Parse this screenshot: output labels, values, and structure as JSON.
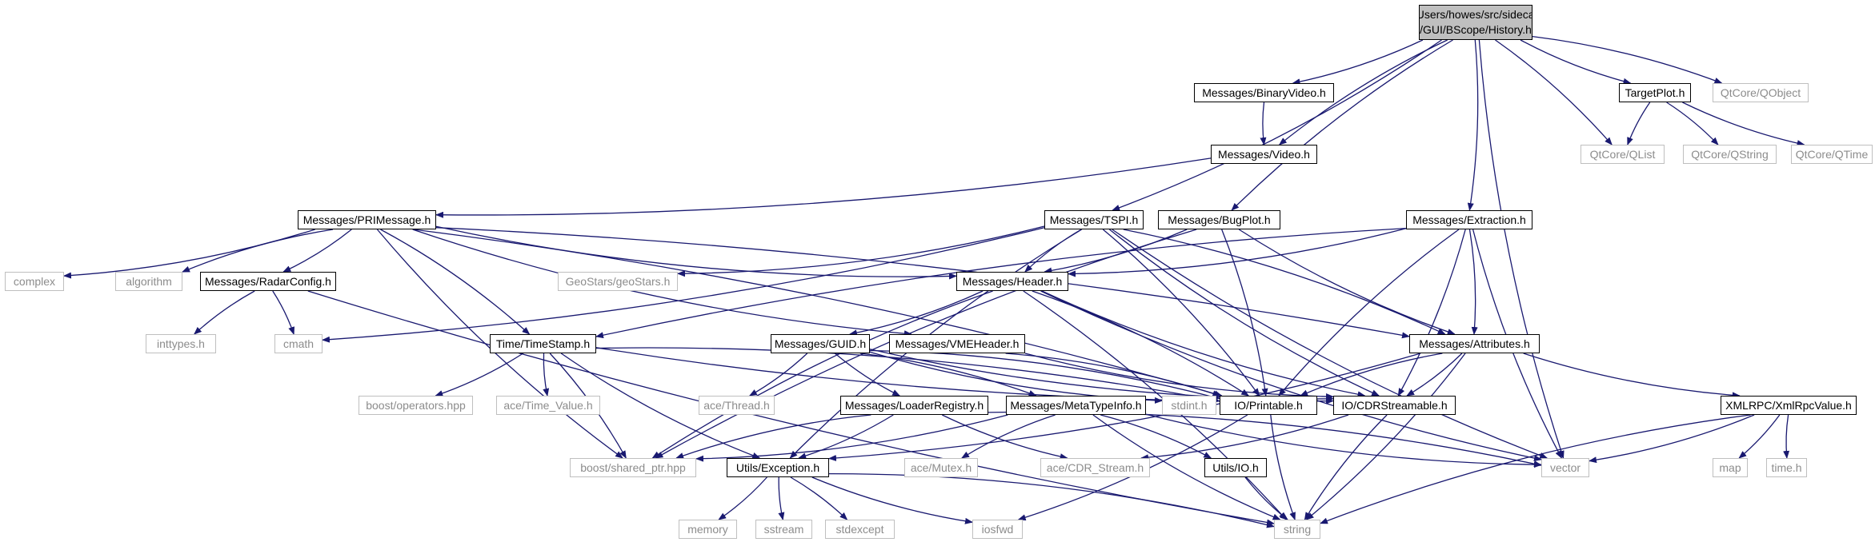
{
  "diagram": {
    "edge_color": "#191970",
    "nodes": [
      {
        "id": "root",
        "label": "/Users/howes/src/sidecar\n/GUI/BScope/History.h",
        "kind": "root"
      },
      {
        "id": "binaryvideo",
        "label": "Messages/BinaryVideo.h",
        "kind": "file"
      },
      {
        "id": "video",
        "label": "Messages/Video.h",
        "kind": "file"
      },
      {
        "id": "targetplot",
        "label": "TargetPlot.h",
        "kind": "file"
      },
      {
        "id": "qobject",
        "label": "QtCore/QObject",
        "kind": "external"
      },
      {
        "id": "qlist",
        "label": "QtCore/QList",
        "kind": "external"
      },
      {
        "id": "qstring",
        "label": "QtCore/QString",
        "kind": "external"
      },
      {
        "id": "qtime",
        "label": "QtCore/QTime",
        "kind": "external"
      },
      {
        "id": "primessage",
        "label": "Messages/PRIMessage.h",
        "kind": "file"
      },
      {
        "id": "tspi",
        "label": "Messages/TSPI.h",
        "kind": "file"
      },
      {
        "id": "bugplot",
        "label": "Messages/BugPlot.h",
        "kind": "file"
      },
      {
        "id": "extraction",
        "label": "Messages/Extraction.h",
        "kind": "file"
      },
      {
        "id": "complex",
        "label": "complex",
        "kind": "external"
      },
      {
        "id": "algorithm",
        "label": "algorithm",
        "kind": "external"
      },
      {
        "id": "radarconfig",
        "label": "Messages/RadarConfig.h",
        "kind": "file"
      },
      {
        "id": "geostars",
        "label": "GeoStars/geoStars.h",
        "kind": "external"
      },
      {
        "id": "header",
        "label": "Messages/Header.h",
        "kind": "file"
      },
      {
        "id": "inttypes",
        "label": "inttypes.h",
        "kind": "external"
      },
      {
        "id": "cmath",
        "label": "cmath",
        "kind": "external"
      },
      {
        "id": "timestamp",
        "label": "Time/TimeStamp.h",
        "kind": "file"
      },
      {
        "id": "guid",
        "label": "Messages/GUID.h",
        "kind": "file"
      },
      {
        "id": "vmeheader",
        "label": "Messages/VMEHeader.h",
        "kind": "file"
      },
      {
        "id": "attributes",
        "label": "Messages/Attributes.h",
        "kind": "file"
      },
      {
        "id": "boostops",
        "label": "boost/operators.hpp",
        "kind": "external"
      },
      {
        "id": "timevalue",
        "label": "ace/Time_Value.h",
        "kind": "external"
      },
      {
        "id": "thread",
        "label": "ace/Thread.h",
        "kind": "external"
      },
      {
        "id": "loaderregistry",
        "label": "Messages/LoaderRegistry.h",
        "kind": "file"
      },
      {
        "id": "metatypeinfo",
        "label": "Messages/MetaTypeInfo.h",
        "kind": "file"
      },
      {
        "id": "stdint",
        "label": "stdint.h",
        "kind": "external"
      },
      {
        "id": "printable",
        "label": "IO/Printable.h",
        "kind": "file"
      },
      {
        "id": "cdrstreamable",
        "label": "IO/CDRStreamable.h",
        "kind": "file"
      },
      {
        "id": "xmlrpc",
        "label": "XMLRPC/XmlRpcValue.h",
        "kind": "file"
      },
      {
        "id": "sharedptr",
        "label": "boost/shared_ptr.hpp",
        "kind": "external"
      },
      {
        "id": "exception",
        "label": "Utils/Exception.h",
        "kind": "file"
      },
      {
        "id": "mutex",
        "label": "ace/Mutex.h",
        "kind": "external"
      },
      {
        "id": "cdrstream",
        "label": "ace/CDR_Stream.h",
        "kind": "external"
      },
      {
        "id": "utilsio",
        "label": "Utils/IO.h",
        "kind": "file"
      },
      {
        "id": "vector",
        "label": "vector",
        "kind": "external"
      },
      {
        "id": "map",
        "label": "map",
        "kind": "external"
      },
      {
        "id": "timeh",
        "label": "time.h",
        "kind": "external"
      },
      {
        "id": "memory",
        "label": "memory",
        "kind": "external"
      },
      {
        "id": "sstream",
        "label": "sstream",
        "kind": "external"
      },
      {
        "id": "stdexcept",
        "label": "stdexcept",
        "kind": "external"
      },
      {
        "id": "iosfwd",
        "label": "iosfwd",
        "kind": "external"
      },
      {
        "id": "string",
        "label": "string",
        "kind": "external"
      }
    ],
    "edges": [
      [
        "root",
        "binaryvideo"
      ],
      [
        "root",
        "video"
      ],
      [
        "root",
        "tspi"
      ],
      [
        "root",
        "bugplot"
      ],
      [
        "root",
        "extraction"
      ],
      [
        "root",
        "vector"
      ],
      [
        "root",
        "qlist"
      ],
      [
        "root",
        "targetplot"
      ],
      [
        "root",
        "qobject"
      ],
      [
        "binaryvideo",
        "video"
      ],
      [
        "video",
        "primessage"
      ],
      [
        "targetplot",
        "qlist"
      ],
      [
        "targetplot",
        "qstring"
      ],
      [
        "targetplot",
        "qtime"
      ],
      [
        "primessage",
        "complex"
      ],
      [
        "primessage",
        "algorithm"
      ],
      [
        "primessage",
        "radarconfig"
      ],
      [
        "primessage",
        "sharedptr"
      ],
      [
        "primessage",
        "timestamp"
      ],
      [
        "primessage",
        "vmeheader"
      ],
      [
        "primessage",
        "printable"
      ],
      [
        "primessage",
        "header"
      ],
      [
        "primessage",
        "attributes"
      ],
      [
        "radarconfig",
        "inttypes"
      ],
      [
        "radarconfig",
        "cmath"
      ],
      [
        "radarconfig",
        "string"
      ],
      [
        "tspi",
        "geostars"
      ],
      [
        "tspi",
        "header"
      ],
      [
        "tspi",
        "cmath"
      ],
      [
        "tspi",
        "exception"
      ],
      [
        "tspi",
        "printable"
      ],
      [
        "tspi",
        "cdrstreamable"
      ],
      [
        "tspi",
        "attributes"
      ],
      [
        "tspi",
        "vector"
      ],
      [
        "bugplot",
        "header"
      ],
      [
        "bugplot",
        "sharedptr"
      ],
      [
        "bugplot",
        "printable"
      ],
      [
        "bugplot",
        "attributes"
      ],
      [
        "extraction",
        "header"
      ],
      [
        "extraction",
        "timestamp"
      ],
      [
        "extraction",
        "attributes"
      ],
      [
        "extraction",
        "printable"
      ],
      [
        "extraction",
        "cdrstreamable"
      ],
      [
        "extraction",
        "vector"
      ],
      [
        "header",
        "guid"
      ],
      [
        "header",
        "sharedptr"
      ],
      [
        "header",
        "printable"
      ],
      [
        "header",
        "cdrstreamable"
      ],
      [
        "header",
        "string"
      ],
      [
        "header",
        "vector"
      ],
      [
        "timestamp",
        "boostops"
      ],
      [
        "timestamp",
        "timevalue"
      ],
      [
        "timestamp",
        "printable"
      ],
      [
        "timestamp",
        "cdrstreamable"
      ],
      [
        "timestamp",
        "sharedptr"
      ],
      [
        "timestamp",
        "exception"
      ],
      [
        "guid",
        "thread"
      ],
      [
        "guid",
        "loaderregistry"
      ],
      [
        "guid",
        "metatypeinfo"
      ],
      [
        "guid",
        "stdint"
      ],
      [
        "guid",
        "printable"
      ],
      [
        "guid",
        "cdrstreamable"
      ],
      [
        "vmeheader",
        "printable"
      ],
      [
        "vmeheader",
        "cdrstreamable"
      ],
      [
        "attributes",
        "exception"
      ],
      [
        "attributes",
        "printable"
      ],
      [
        "attributes",
        "cdrstreamable"
      ],
      [
        "attributes",
        "xmlrpc"
      ],
      [
        "attributes",
        "string"
      ],
      [
        "loaderregistry",
        "sharedptr"
      ],
      [
        "loaderregistry",
        "exception"
      ],
      [
        "loaderregistry",
        "cdrstream"
      ],
      [
        "loaderregistry",
        "vector"
      ],
      [
        "metatypeinfo",
        "mutex"
      ],
      [
        "metatypeinfo",
        "utilsio"
      ],
      [
        "metatypeinfo",
        "string"
      ],
      [
        "metatypeinfo",
        "sharedptr"
      ],
      [
        "metatypeinfo",
        "vector"
      ],
      [
        "printable",
        "iosfwd"
      ],
      [
        "printable",
        "string"
      ],
      [
        "cdrstreamable",
        "cdrstream"
      ],
      [
        "cdrstreamable",
        "string"
      ],
      [
        "xmlrpc",
        "map"
      ],
      [
        "xmlrpc",
        "timeh"
      ],
      [
        "xmlrpc",
        "vector"
      ],
      [
        "xmlrpc",
        "string"
      ],
      [
        "exception",
        "memory"
      ],
      [
        "exception",
        "sstream"
      ],
      [
        "exception",
        "stdexcept"
      ],
      [
        "exception",
        "iosfwd"
      ],
      [
        "exception",
        "string"
      ],
      [
        "utilsio",
        "string"
      ]
    ]
  }
}
